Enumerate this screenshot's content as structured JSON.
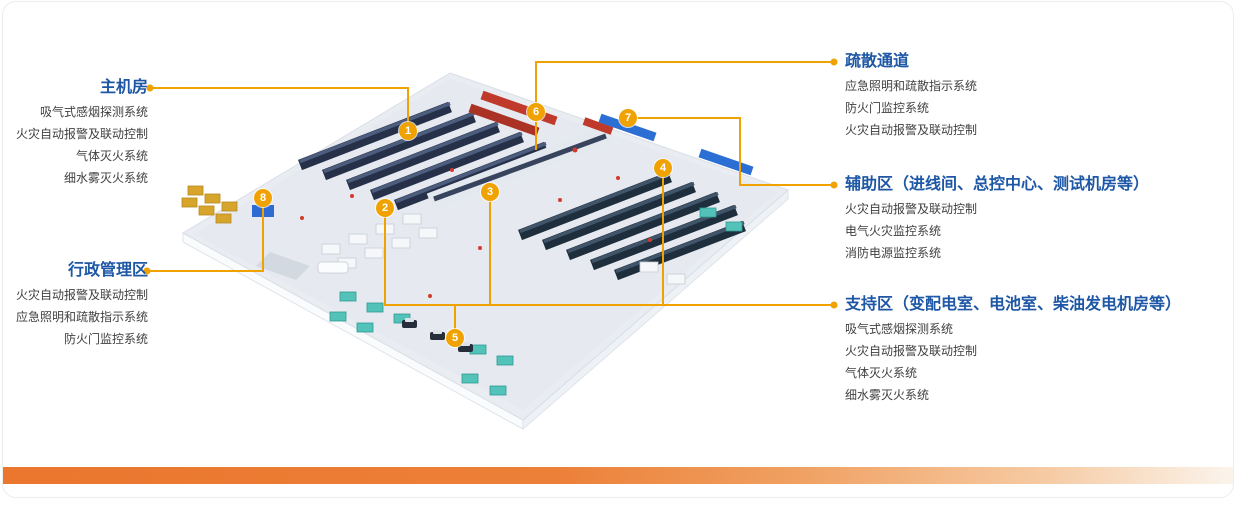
{
  "colors": {
    "accent_yellow": "#f0a202",
    "title_blue": "#1d57a5",
    "bar_orange": "#eb762d",
    "rack_dark": "#263149",
    "rack_red": "#c03a2b",
    "unit_teal": "#53c3ba"
  },
  "callouts": {
    "left": [
      {
        "title": "主机房",
        "items": [
          "吸气式感烟探测系统",
          "火灾自动报警及联动控制",
          "气体灭火系统",
          "细水雾灭火系统"
        ]
      },
      {
        "title": "行政管理区",
        "items": [
          "火灾自动报警及联动控制",
          "应急照明和疏散指示系统",
          "防火门监控系统"
        ]
      }
    ],
    "right": [
      {
        "title": "疏散通道",
        "items": [
          "应急照明和疏散指示系统",
          "防火门监控系统",
          "火灾自动报警及联动控制"
        ]
      },
      {
        "title": "辅助区（进线间、总控中心、测试机房等）",
        "items": [
          "火灾自动报警及联动控制",
          "电气火灾监控系统",
          "消防电源监控系统"
        ]
      },
      {
        "title": "支持区（变配电室、电池室、柴油发电机房等）",
        "items": [
          "吸气式感烟探测系统",
          "火灾自动报警及联动控制",
          "气体灭火系统",
          "细水雾灭火系统"
        ]
      }
    ]
  },
  "markers": [
    "1",
    "2",
    "3",
    "4",
    "5",
    "6",
    "7",
    "8"
  ]
}
